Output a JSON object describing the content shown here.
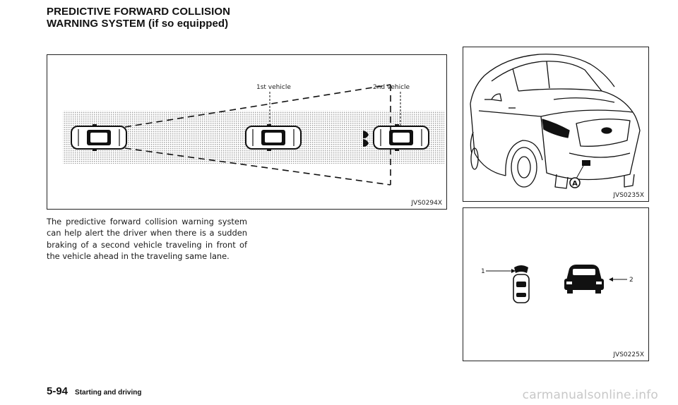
{
  "section": {
    "title_line1": "PREDICTIVE FORWARD COLLISION",
    "title_line2": "WARNING SYSTEM (if so equipped)"
  },
  "figures": [
    {
      "code": "JVS0294X",
      "label_first_vehicle": "1st vehicle",
      "label_second_vehicle": "2nd vehicle"
    },
    {
      "code": "JVS0235X",
      "callout": "A"
    },
    {
      "code": "JVS0225X",
      "callout_1": "1",
      "callout_2": "2"
    }
  ],
  "body": {
    "paragraph": "The predictive forward collision warning system can help alert the driver when there is a sudden braking of a second vehicle traveling in front of the vehicle ahead in the traveling same lane."
  },
  "footer": {
    "page_number": "5-94",
    "chapter": "Starting and driving"
  },
  "watermark": "carmanualsonline.info"
}
